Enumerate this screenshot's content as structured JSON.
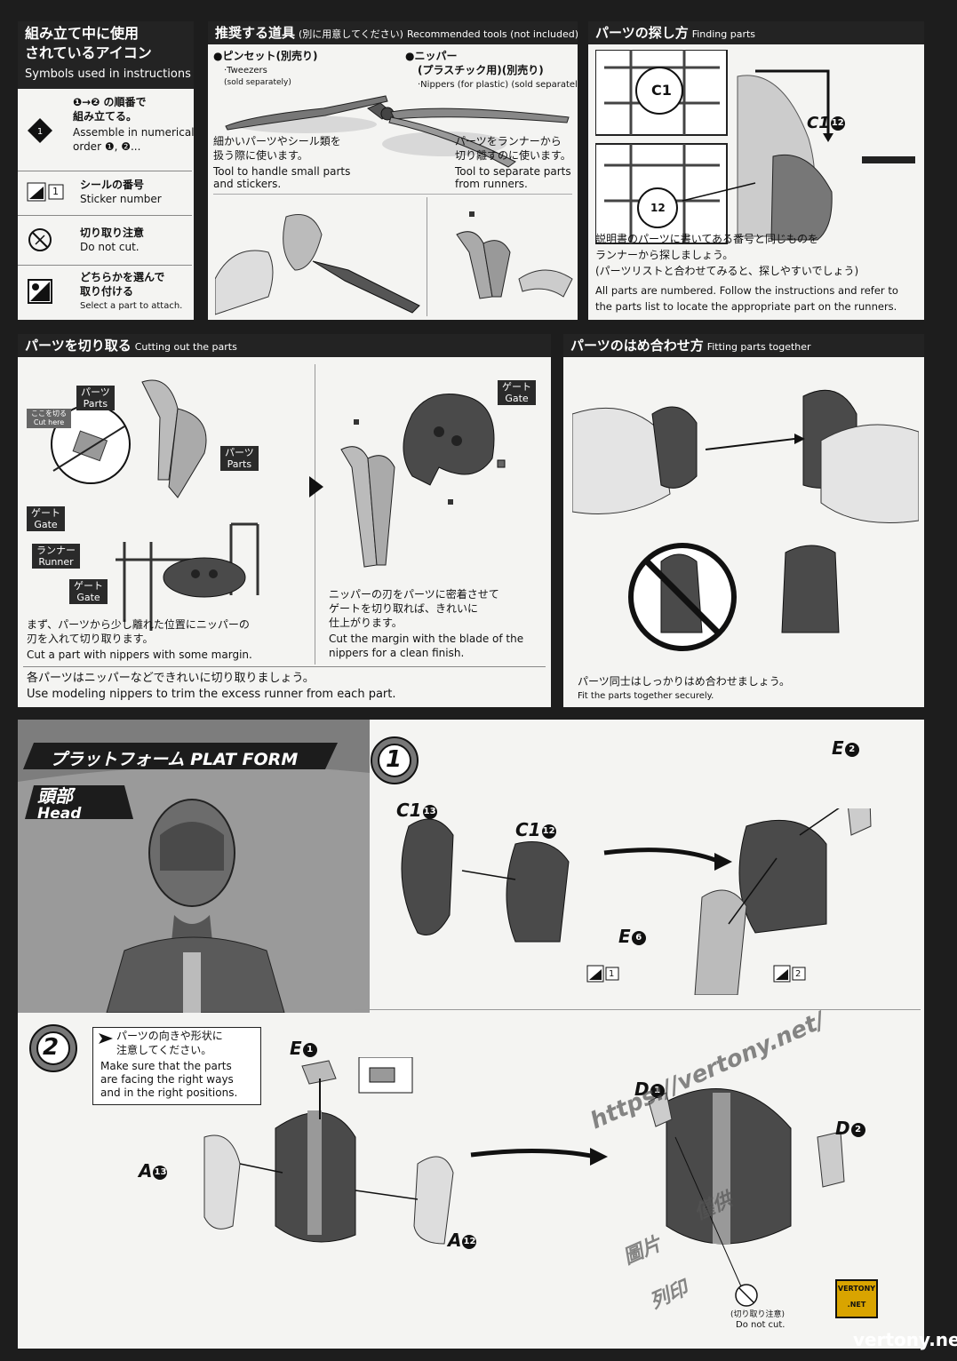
{
  "symbols": {
    "title_jp_1": "組み立て中に使用",
    "title_jp_2": "されているアイコン",
    "title_en": "Symbols used in instructions",
    "order_jp_1": "❶→❷ の順番で",
    "order_jp_2": "組み立てる。",
    "order_en_1": "Assemble in numerical",
    "order_en_2": "order ❶, ❷...",
    "sticker_jp": "シールの番号",
    "sticker_en": "Sticker number",
    "sticker_num": "1",
    "nocut_jp": "切り取り注意",
    "nocut_en": "Do not cut.",
    "select_jp_1": "どちらかを選んで",
    "select_jp_2": "取り付ける",
    "select_en": "Select a part to attach."
  },
  "tools": {
    "title_jp": "推奨する道具",
    "title_jp_note": "(別に用意してください)",
    "title_en": "Recommended tools (not included)",
    "tweezers_jp": "●ピンセット(別売り)",
    "tweezers_en": "·Tweezers",
    "tweezers_note": "(sold separately)",
    "nippers_jp_1": "●ニッパー",
    "nippers_jp_2": "(プラスチック用)(別売り)",
    "nippers_en": "·Nippers (for plastic) (sold separately)",
    "tweezers_desc_jp_1": "細かいパーツやシール類を",
    "tweezers_desc_jp_2": "扱う際に使います。",
    "tweezers_desc_en_1": "Tool to handle small parts",
    "tweezers_desc_en_2": "and stickers.",
    "nippers_desc_jp_1": "パーツをランナーから",
    "nippers_desc_jp_2": "切り離すのに使います。",
    "nippers_desc_en_1": "Tool to separate parts",
    "nippers_desc_en_2": "from runners."
  },
  "finding": {
    "title_jp": "パーツの探し方",
    "title_en": "Finding parts",
    "runner_label": "C1",
    "part_num": "12",
    "part_label": "C1",
    "desc_jp_1": "説明書のパーツに書いてある番号と同じものを",
    "desc_jp_2": "ランナーから探しましょう。",
    "desc_jp_3": "(パーツリストと合わせてみると、探しやすいでしょう)",
    "desc_en_1": "All parts are numbered. Follow the instructions and refer to",
    "desc_en_2": "the parts list to locate the appropriate part on the runners."
  },
  "cutting": {
    "title_jp": "パーツを切り取る",
    "title_en": "Cutting out the parts",
    "parts_jp": "パーツ",
    "parts_en": "Parts",
    "cut_here_jp": "ここを切る",
    "cut_here_en": "Cut here",
    "gate_jp": "ゲート",
    "gate_en": "Gate",
    "runner_jp": "ランナー",
    "runner_en": "Runner",
    "step1_jp_1": "まず、パーツから少し離れた位置にニッパーの",
    "step1_jp_2": "刃を入れて切り取ります。",
    "step1_en": "Cut a part with nippers with some margin.",
    "step2_jp_1": "ニッパーの刃をパーツに密着させて",
    "step2_jp_2": "ゲートを切り取れば、きれいに",
    "step2_jp_3": "仕上がります。",
    "step2_en_1": "Cut the margin with the blade of the",
    "step2_en_2": "nippers for a clean finish.",
    "footer_jp": "各パーツはニッパーなどできれいに切り取りましょう。",
    "footer_en": "Use modeling nippers to trim the excess runner from each part."
  },
  "fitting": {
    "title_jp": "パーツのはめ合わせ方",
    "title_en": "Fitting parts together",
    "desc_jp": "パーツ同士はしっかりはめ合わせましょう。",
    "desc_en": "Fit the parts together securely."
  },
  "platform": {
    "title_jp": "プラットフォーム",
    "title_en": "PLAT FORM",
    "head_jp": "頭部",
    "head_en": "Head",
    "step1_num": "1",
    "step2_num": "2",
    "c1_13": "C1",
    "c1_13_num": "13",
    "c1_12": "C1",
    "c1_12_num": "12",
    "e2": "E",
    "e2_num": "2",
    "e6": "E",
    "e6_num": "6",
    "sticker1": "1",
    "sticker2": "2",
    "note_jp_1": "パーツの向きや形状に",
    "note_jp_2": "注意してください。",
    "note_en_1": "Make sure that the parts",
    "note_en_2": "are facing the right ways",
    "note_en_3": "and in the right positions.",
    "e1": "E",
    "e1_num": "1",
    "a13": "A",
    "a13_num": "13",
    "a12": "A",
    "a12_num": "12",
    "d1": "D",
    "d1_num": "1",
    "d2": "D",
    "d2_num": "2",
    "nocut_jp": "(切り取り注意)",
    "nocut_en": "Do not cut."
  },
  "watermark": {
    "url": "https://vertony.net/",
    "cn_1": "僅供",
    "cn_2": "圖片",
    "cn_3": "列印",
    "badge": "VERTONY .NET",
    "footer": "vertony.net"
  },
  "colors": {
    "panel": "#f4f4f2",
    "dark": "#232323",
    "part": "#4a4a4a"
  }
}
